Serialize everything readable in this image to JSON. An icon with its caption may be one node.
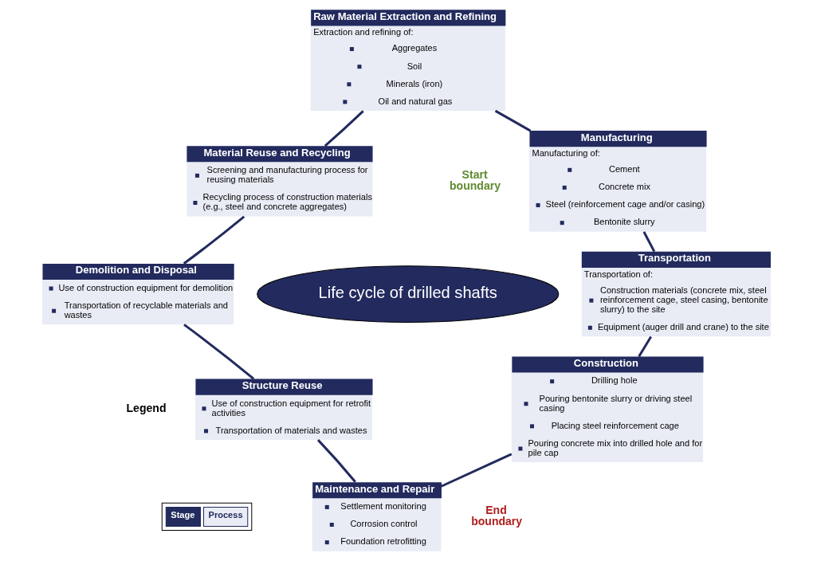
{
  "diagram": {
    "nodes": [
      {
        "text": [
          "Raw Material Extraction and Refining",
          "Extraction and refining of:",
          "Aggregates",
          "Soil",
          "Minerals (iron)",
          "Oil and natural gas"
        ]
      },
      {
        "text": [
          "Manufacturing",
          "Manufacturing of:",
          "Cement",
          "Concrete mix",
          "Steel (reinforcement cage and/or casing)",
          "Bentonite slurry"
        ]
      },
      {
        "text": [
          "Transportation",
          "Transportation of:",
          "Construction materials (concrete mix, steel reinforcement cage, steel casing, bentonite slurry) to the site",
          "Equipment (auger drill and crane) to the site"
        ]
      },
      {
        "text": [
          "Construction",
          "Drilling hole",
          "Pouring bentonite slurry or driving steel casing",
          "Placing steel reinforcement cage",
          "Pouring concrete mix into drilled hole and for pile cap"
        ]
      },
      {
        "text": [
          "Maintenance and Repair",
          "Settlement monitoring",
          "Corrosion control",
          "Foundation retrofitting"
        ]
      },
      {
        "text": [
          "Structure Reuse",
          "Use of construction equipment for retrofit activities",
          "Transportation of materials and wastes"
        ]
      },
      {
        "text": [
          "Demolition and Disposal",
          "Use of construction equipment for demolition",
          "Transportation of recyclable materials and wastes"
        ]
      },
      {
        "text": [
          "Material Reuse and Recycling",
          "Screening and manufacturing process for reusing materials",
          "Recycling process of construction materials (e.g., steel and concrete aggregates)"
        ]
      },
      {
        "text": [
          "Life cycle of drilled shafts"
        ]
      }
    ],
    "edges": [
      {
        "from": 0,
        "to": 1,
        "arrow": "none"
      },
      {
        "from": 1,
        "to": 2,
        "arrow": "none"
      },
      {
        "from": 2,
        "to": 3,
        "arrow": "none"
      },
      {
        "from": 3,
        "to": 4,
        "arrow": "none"
      },
      {
        "from": 4,
        "to": 5,
        "arrow": "none"
      },
      {
        "from": 5,
        "to": 6,
        "arrow": "none"
      },
      {
        "from": 6,
        "to": 7,
        "arrow": "none"
      },
      {
        "from": 7,
        "to": 0,
        "arrow": "none"
      }
    ],
    "labels": [
      "Start boundary",
      "End boundary",
      "Legend"
    ],
    "legend": [
      {
        "text": "Stage",
        "color": "#222a5e"
      },
      {
        "text": "Process",
        "color": "#e9ecf5"
      }
    ]
  }
}
